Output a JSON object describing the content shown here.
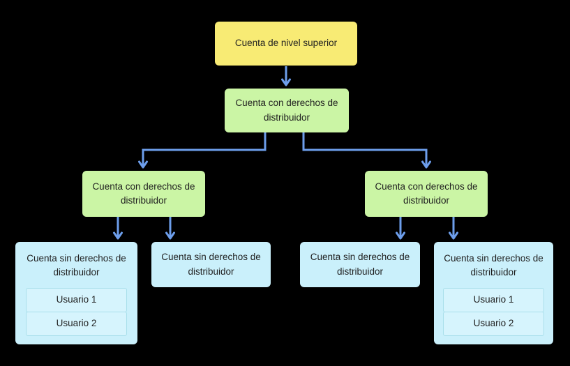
{
  "diagram": {
    "language": "es",
    "colors": {
      "background": "#000000",
      "top_level_fill": "#F8EB74",
      "distributor_fill": "#CBF5A5",
      "non_distributor_fill": "#CAF0FB",
      "user_cell_fill": "#D6F4FD",
      "user_cell_border": "#A9DFEB",
      "connector": "#6D9EEB",
      "text": "#1f1f1f"
    }
  },
  "nodes": [
    {
      "id": "top",
      "type": "top-level-account",
      "label": "Cuenta de nivel superior"
    },
    {
      "id": "l2",
      "type": "distributor-account",
      "label": "Cuenta con derechos de distribuidor"
    },
    {
      "id": "l3a",
      "type": "distributor-account",
      "label": "Cuenta con derechos de distribuidor"
    },
    {
      "id": "l3b",
      "type": "distributor-account",
      "label": "Cuenta con derechos de distribuidor"
    },
    {
      "id": "b1",
      "type": "non-distributor-account",
      "label": "Cuenta sin derechos de distribuidor",
      "users": [
        "Usuario 1",
        "Usuario 2"
      ]
    },
    {
      "id": "b2",
      "type": "non-distributor-account",
      "label": "Cuenta sin derechos de distribuidor",
      "users": []
    },
    {
      "id": "b3",
      "type": "non-distributor-account",
      "label": "Cuenta sin derechos de distribuidor",
      "users": []
    },
    {
      "id": "b4",
      "type": "non-distributor-account",
      "label": "Cuenta sin derechos de distribuidor",
      "users": [
        "Usuario 1",
        "Usuario 2"
      ]
    }
  ],
  "edges": [
    {
      "from": "top",
      "to": "l2"
    },
    {
      "from": "l2",
      "to": "l3a"
    },
    {
      "from": "l2",
      "to": "l3b"
    },
    {
      "from": "l3a",
      "to": "b1"
    },
    {
      "from": "l3a",
      "to": "b2"
    },
    {
      "from": "l3b",
      "to": "b3"
    },
    {
      "from": "l3b",
      "to": "b4"
    }
  ]
}
